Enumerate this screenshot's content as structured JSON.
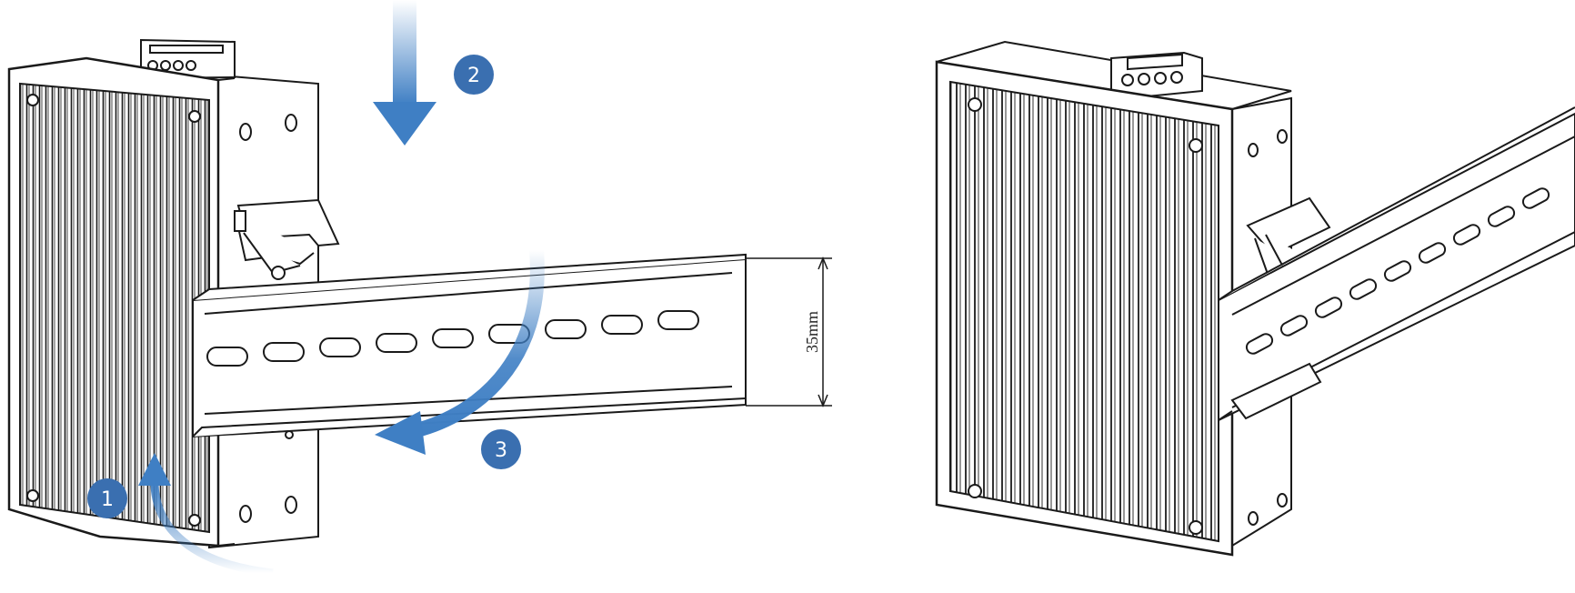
{
  "diagram": {
    "steps": [
      {
        "number": "1"
      },
      {
        "number": "2"
      },
      {
        "number": "3"
      }
    ],
    "dimension_label": "35mm"
  },
  "colors": {
    "arrow": "#3f7fc4",
    "badge": "#3a6fb0",
    "line": "#1a1a1a",
    "background": "#ffffff"
  }
}
